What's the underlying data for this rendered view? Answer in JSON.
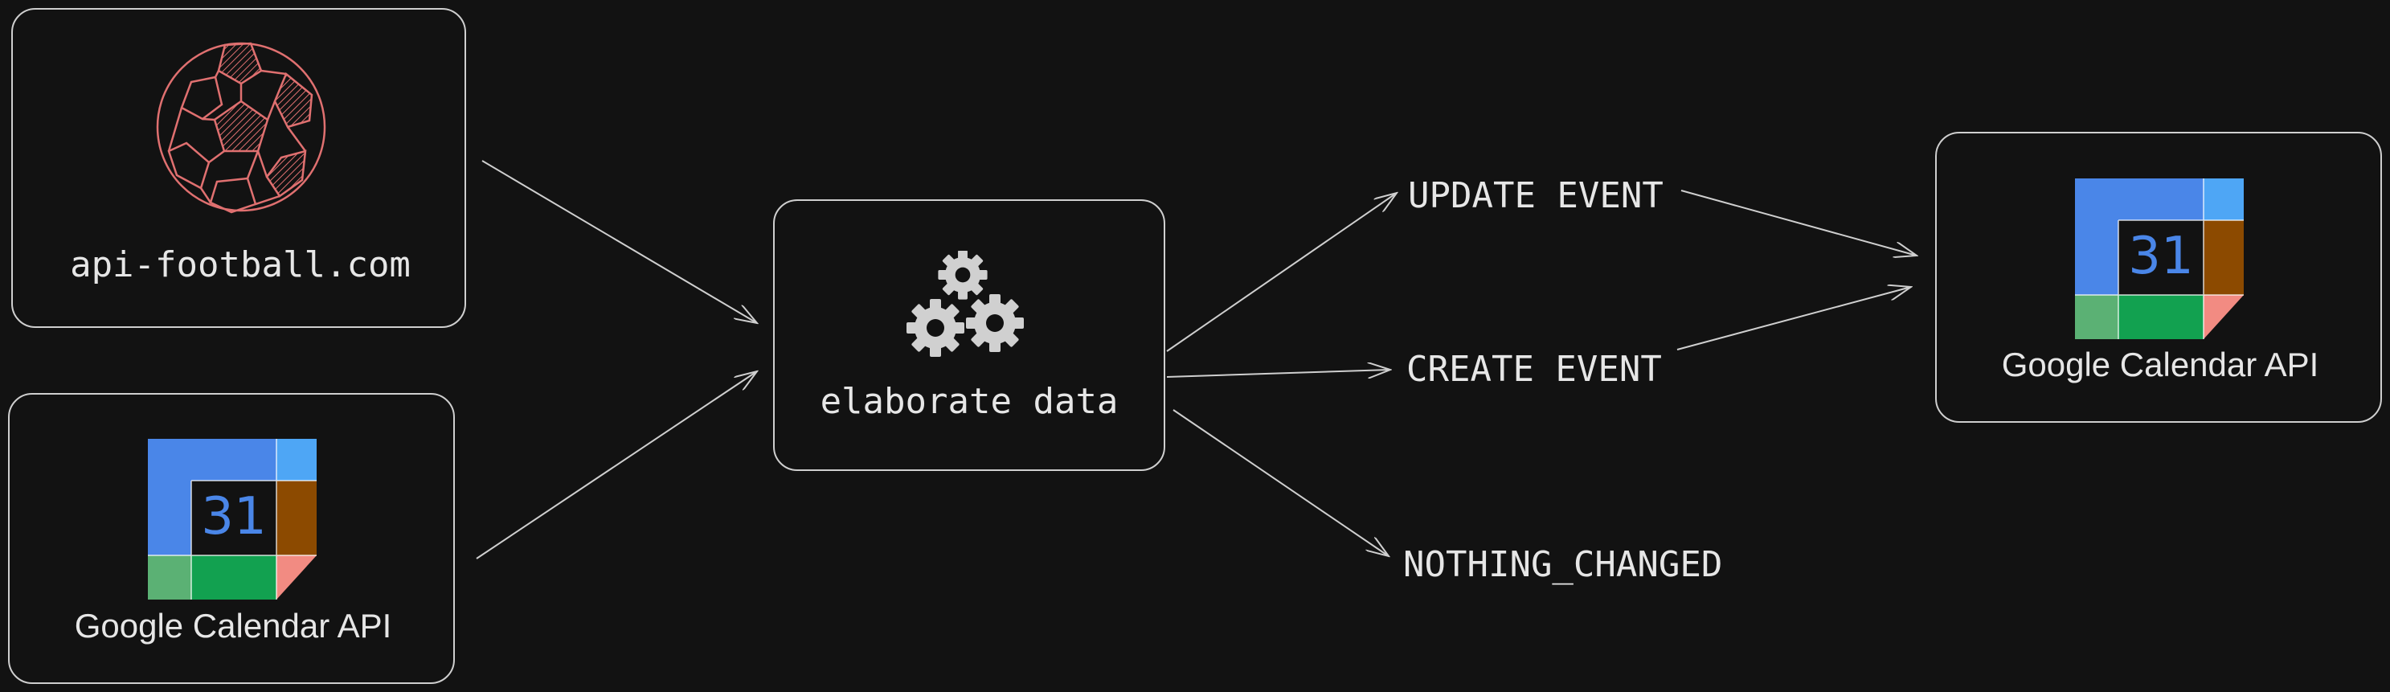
{
  "sources": {
    "football": {
      "label": "api-football.com",
      "icon": "soccer-ball-icon"
    },
    "calendar": {
      "label": "Google Calendar API",
      "icon": "google-calendar-icon",
      "day": "31"
    }
  },
  "process": {
    "label": "elaborate data",
    "icon": "gears-icon"
  },
  "outcomes": {
    "update": "UPDATE EVENT",
    "create": "CREATE EVENT",
    "nothing": "NOTHING_CHANGED"
  },
  "target": {
    "label": "Google Calendar API",
    "icon": "google-calendar-icon",
    "day": "31"
  },
  "colors": {
    "background": "#121212",
    "border": "#cfcfcf",
    "text": "#e6e6e6",
    "ball": "#e07070",
    "gears": "#d0d0d0",
    "calendar_blue": "#4a86e8",
    "calendar_green": "#12a150",
    "calendar_light_green": "#5bb174",
    "calendar_brown": "#8c4a00",
    "calendar_light_blue": "#4ea6f5",
    "calendar_red": "#f28b82"
  }
}
